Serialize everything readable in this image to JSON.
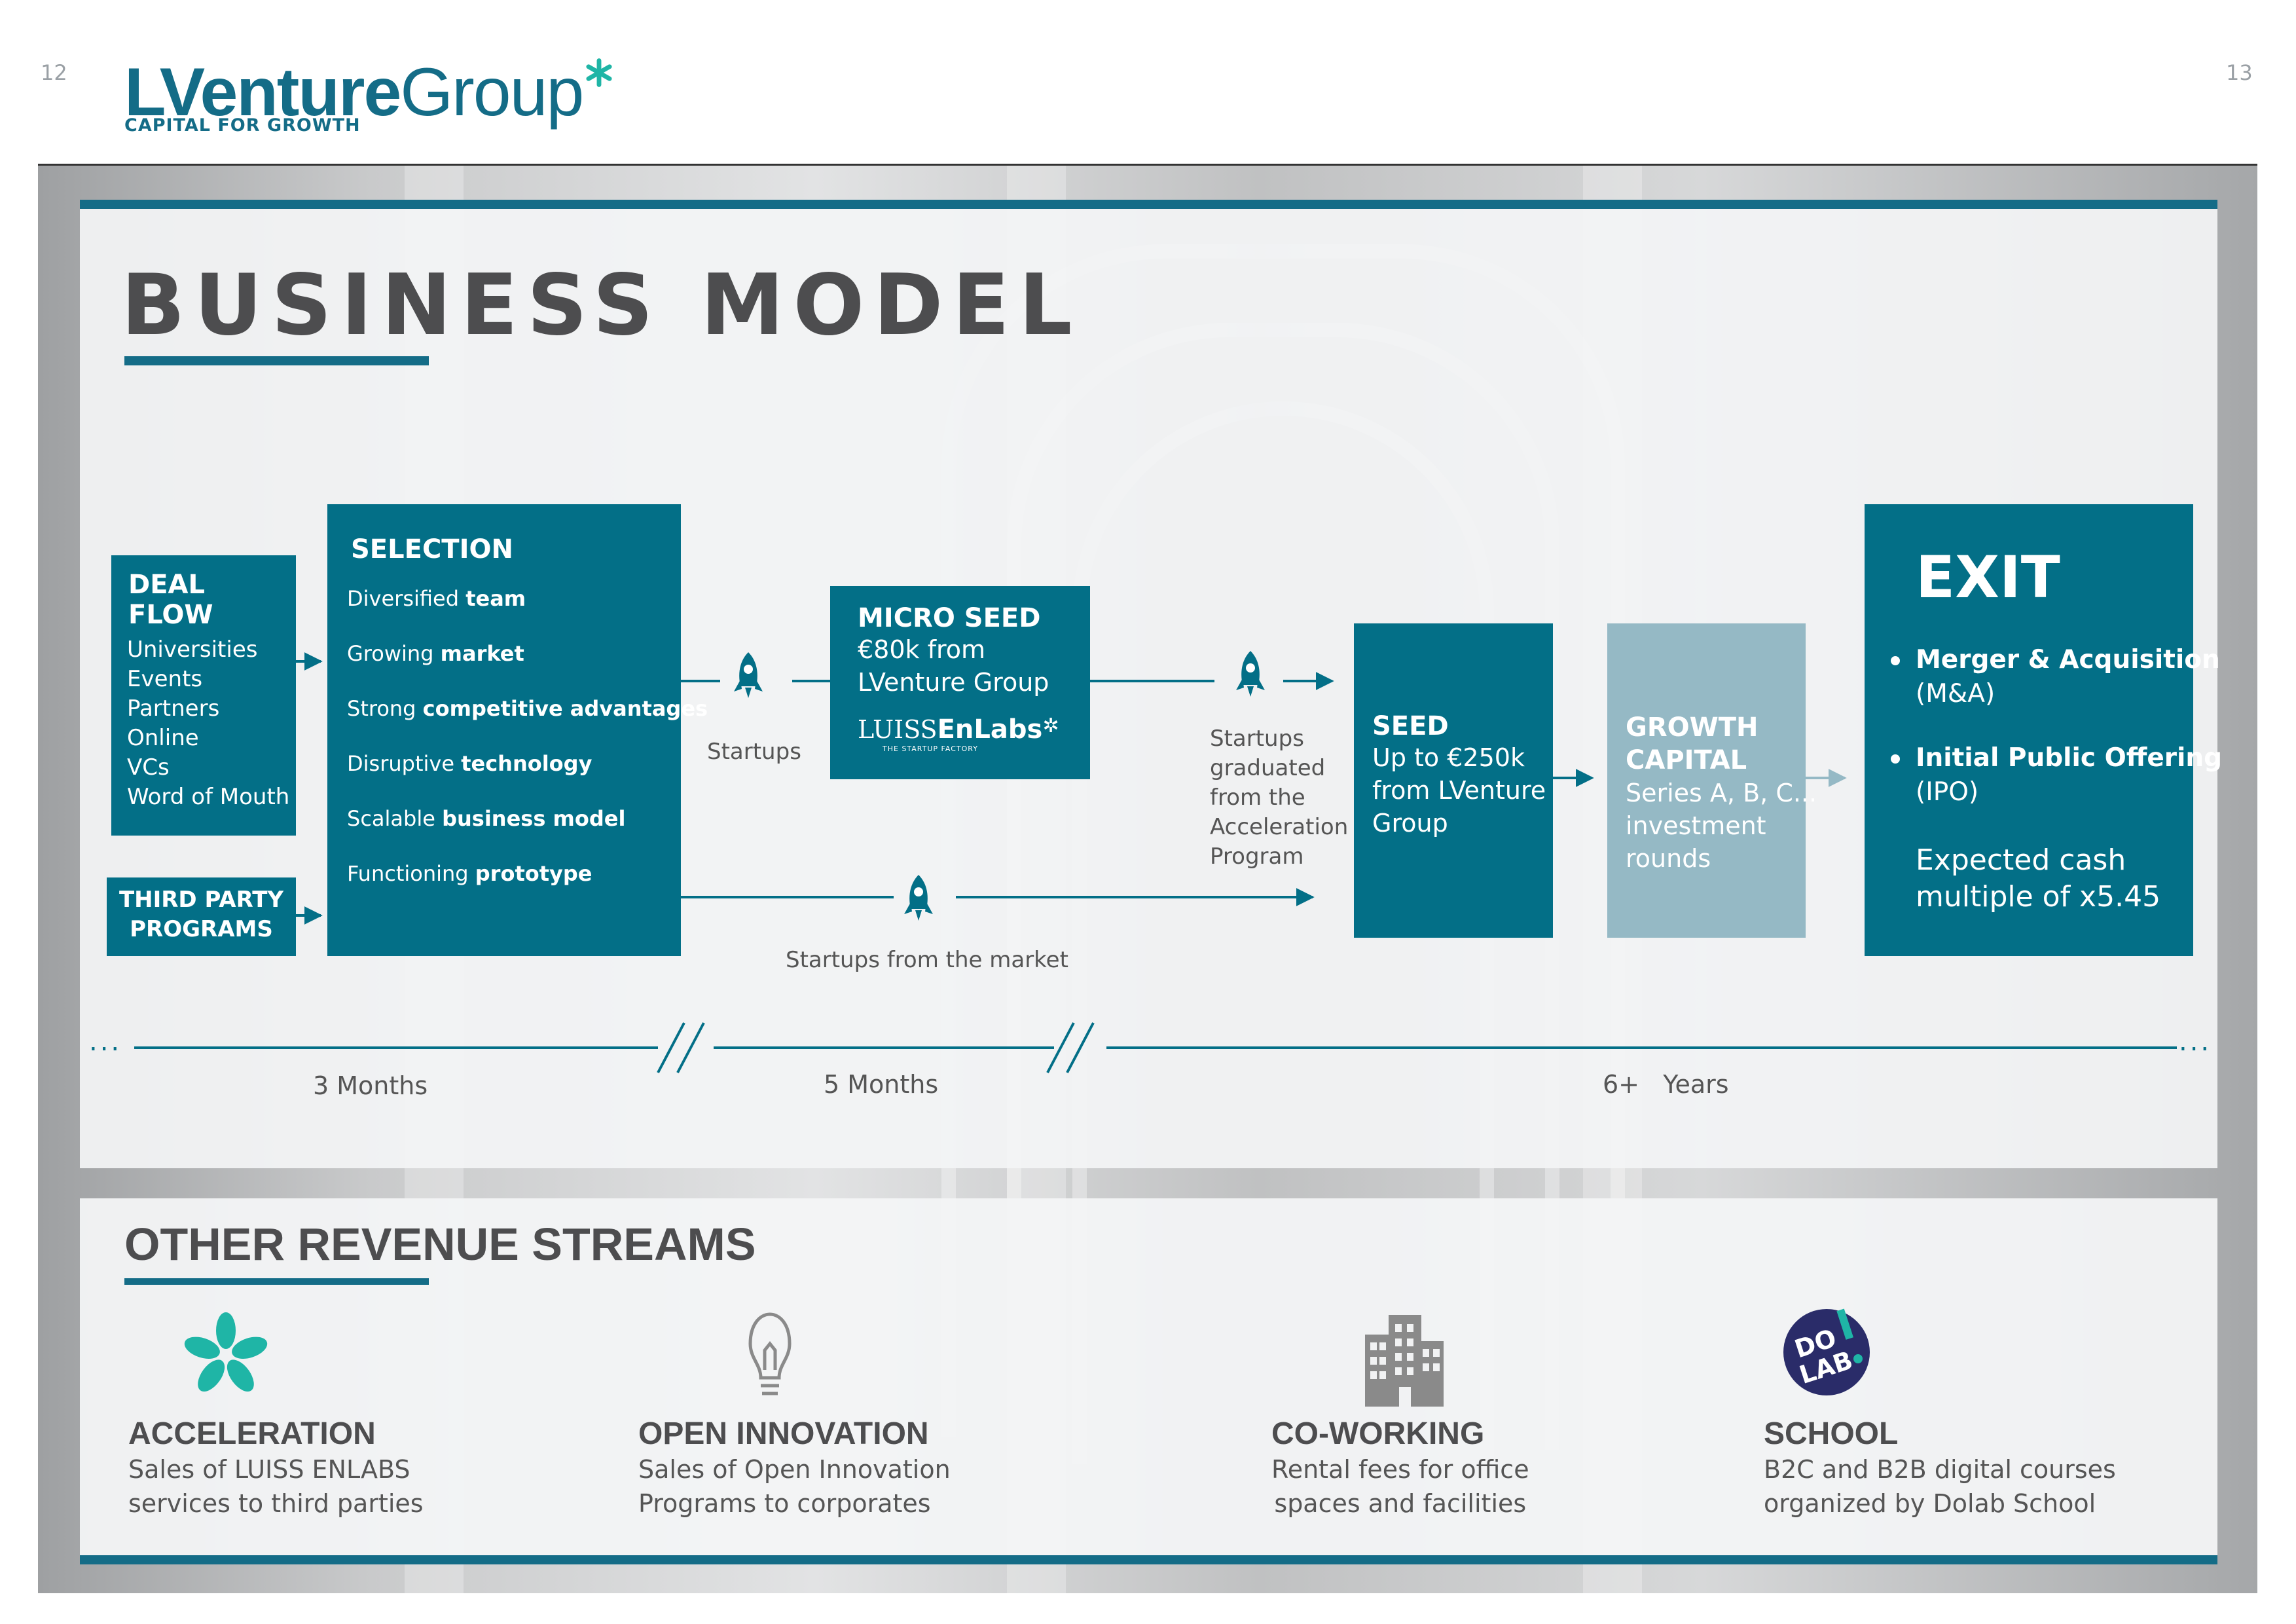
{
  "pages": {
    "left": "12",
    "right": "13"
  },
  "logo": {
    "brand_bold": "LVenture",
    "brand_light": "Group",
    "tagline": "CAPITAL FOR GROWTH"
  },
  "business_model": {
    "title": "BUSINESS MODEL",
    "deal_flow": {
      "title": "DEAL FLOW",
      "items": [
        "Universities",
        "Events",
        "Partners",
        "Online",
        "VCs",
        "Word of Mouth"
      ]
    },
    "third_party": {
      "line1": "THIRD PARTY",
      "line2": "PROGRAMS"
    },
    "selection": {
      "title": "SELECTION",
      "items": [
        {
          "plain": "Diversified ",
          "bold": "team"
        },
        {
          "plain": "Growing ",
          "bold": "market"
        },
        {
          "plain": "Strong ",
          "bold": "competitive advantages"
        },
        {
          "plain": "Disruptive ",
          "bold": "technology"
        },
        {
          "plain": "Scalable ",
          "bold": "business model"
        },
        {
          "plain": "Functioning ",
          "bold": "prototype"
        }
      ]
    },
    "startups_label": "Startups",
    "startups_market_label": "Startups from the market",
    "micro_seed": {
      "title": "MICRO SEED",
      "line1": "€80k from",
      "line2": "LVenture Group",
      "logo_a": "LUISS",
      "logo_b": "EnLabs",
      "logo_sub": "THE STARTUP FACTORY"
    },
    "graduated_label": [
      "Startups",
      "graduated",
      "from the",
      "Acceleration",
      "Program"
    ],
    "seed": {
      "title": "SEED",
      "lines": [
        "Up to €250k",
        "from LVenture",
        "Group"
      ]
    },
    "growth": {
      "title_lines": [
        "GROWTH",
        "CAPITAL"
      ],
      "lines": [
        "Series A, B, C...",
        "investment",
        "rounds"
      ]
    },
    "exit": {
      "title": "EXIT",
      "bullet1_title": "Merger & Acquisition",
      "bullet1_sub": "(M&A)",
      "bullet2_title": "Initial Public Offering",
      "bullet2_sub": "(IPO)",
      "expected_line1": "Expected cash",
      "expected_line2": "multiple of x5.45"
    },
    "timeline": {
      "dots": "...",
      "t1": "3  Months",
      "t2": "5 Months",
      "t3_num": "6+",
      "t3_unit": "Years"
    }
  },
  "other_revenue": {
    "title": "OTHER REVENUE STREAMS",
    "streams": [
      {
        "title": "ACCELERATION",
        "lines": [
          "Sales of LUISS ENLABS",
          "services to third parties"
        ],
        "icon": "flower-icon"
      },
      {
        "title": "OPEN INNOVATION",
        "lines": [
          "Sales of Open Innovation",
          "Programs to corporates"
        ],
        "icon": "lightbulb-icon"
      },
      {
        "title": "CO-WORKING",
        "lines": [
          "Rental fees for office",
          "spaces and facilities"
        ],
        "icon": "building-icon"
      },
      {
        "title": "SCHOOL",
        "lines": [
          "B2C and B2B digital courses",
          "organized by Dolab School"
        ],
        "icon": "dolab-icon"
      }
    ],
    "dolab": {
      "line1": "DO",
      "line2": "LAB"
    }
  },
  "colors": {
    "primary": "#036f87",
    "light": "#95b9c5",
    "accent": "#1fb5a6",
    "navy": "#2a2c69"
  }
}
